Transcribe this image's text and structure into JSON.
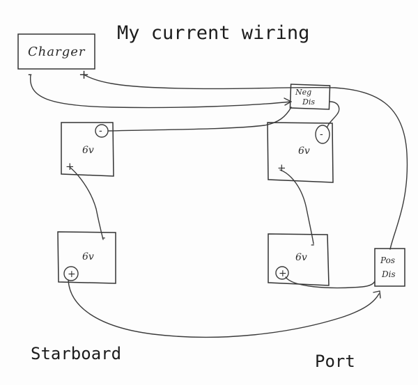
{
  "title": "My current wiring",
  "labels": {
    "starboard": "Starboard",
    "port": "Port"
  },
  "charger": {
    "label": "Charger",
    "neg": "-",
    "pos": "+"
  },
  "neg_disconnect": {
    "line1": "Neg",
    "line2": "Dis"
  },
  "pos_disconnect": {
    "line1": "Pos",
    "line2": "Dis"
  },
  "batteries": [
    {
      "id": "starboard-top",
      "voltage": "6v",
      "pos": "+",
      "neg": "-"
    },
    {
      "id": "starboard-bottom",
      "voltage": "6v",
      "pos": "+",
      "neg": "-"
    },
    {
      "id": "port-top",
      "voltage": "6v",
      "pos": "+",
      "neg": "-"
    },
    {
      "id": "port-bottom",
      "voltage": "6v",
      "pos": "+",
      "neg": "-"
    }
  ]
}
